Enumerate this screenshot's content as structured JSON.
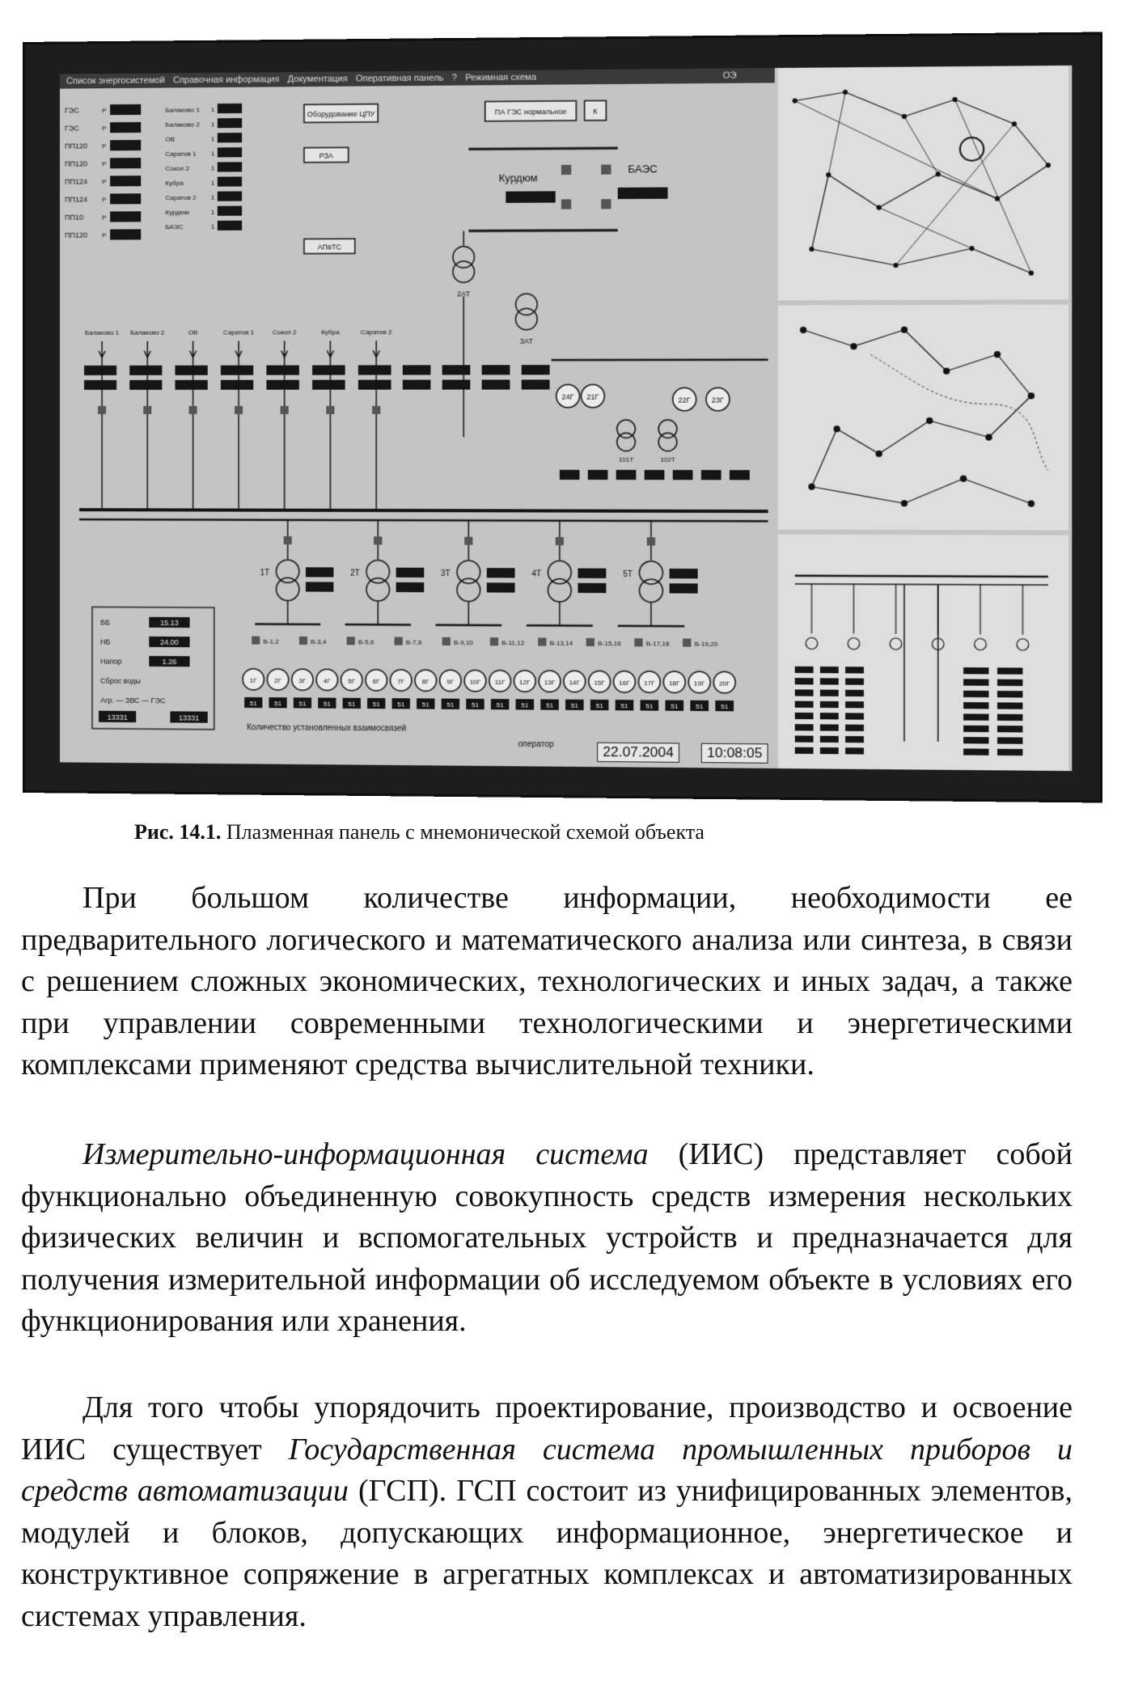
{
  "screen": {
    "menu": [
      "Список энергосистемой",
      "Справочная информация",
      "Документация",
      "Оперативная панель",
      "?",
      "Режимная схема"
    ],
    "menu_right": "ОЭ",
    "buttons": {
      "equipment": "Оборудование ЦПУ",
      "rza": "РЗА",
      "aptc": "АПвТС",
      "mode": "ПА ГЭС нормальное",
      "k": "К"
    },
    "left_lines": [
      "ГЭС",
      "ГЭС",
      "ПП120",
      "ПП120",
      "ПП124",
      "ПП124",
      "ПП10",
      "ПП120"
    ],
    "mid_lines": [
      "Балаково 1",
      "Балаково 2",
      "ОВ",
      "Саратов 1",
      "Сокол 2",
      "Кубра",
      "Саратов 2",
      "Курдюм",
      "БАЭС"
    ],
    "feeders": [
      "Балаково 1",
      "Балаково 2",
      "ОВ",
      "Саратов 1",
      "Сокол 2",
      "Кубра",
      "Саратов 2"
    ],
    "substations": [
      "Курдюм",
      "БАЭС"
    ],
    "transformers": [
      "1Т",
      "2Т",
      "3Т",
      "4Т",
      "5Т"
    ],
    "top_transformers": [
      "2АТ",
      "3АТ"
    ],
    "generators": [
      "1Г",
      "2Г",
      "3Г",
      "4Г",
      "5Г",
      "6Г",
      "7Г",
      "8Г",
      "9Г",
      "10Г",
      "11Г",
      "12Г",
      "13Г",
      "14Г",
      "15Г",
      "16Г",
      "17Г",
      "18Г",
      "19Г",
      "20Г"
    ],
    "aux_generators": [
      "24Г",
      "21Г",
      "22Г",
      "23Г"
    ],
    "aux_transformers": [
      "101Т",
      "102Т"
    ],
    "breakers": [
      "В-1,2",
      "В-3,4",
      "В-5,6",
      "В-7,8",
      "В-9,10",
      "В-11,12",
      "В-13,14",
      "В-15,16",
      "В-17,18",
      "В-19,20"
    ],
    "gen_state": "51",
    "footer_label": "Количество установленных взаимосвязей",
    "info_labels": [
      "ВБ",
      "НБ",
      "Напор",
      "Сброс воды",
      "Агр. — ЗВС — ГЭС"
    ],
    "info_values": [
      "15.13",
      "24.00",
      "1.26"
    ],
    "flow_left": "13331",
    "flow_right": "13331",
    "operator": "оператор",
    "date": "22.07.2004",
    "time": "10:08:05"
  },
  "caption": {
    "number": "Рис. 14.1.",
    "text": " Плазменная панель с мнемонической схемой объекта"
  },
  "body": {
    "p1": "При большом количестве информации, необходимости ее предварительного логического и математического анализа или синтеза, в связи с решением сложных экономических, технологических и иных задач, а также при управлении современными технологическими и энергетическими комплексами применяют средства вычислительной техники.",
    "p2_term": "Измерительно-информационная система",
    "p2_rest": " (ИИС) представляет собой функционально объединенную совокупность средств измерения нескольких физических величин и вспомогательных устройств и предназначается для получения измерительной информации об исследуемом объекте в условиях его функционирования или хранения.",
    "p3_start": "Для того чтобы упорядочить проектирование, производство и освоение ИИС существует ",
    "p3_term": "Государственная система промышленных приборов и средств автоматизации",
    "p3_end": " (ГСП). ГСП состоит из унифицированных элементов, модулей и блоков, допускающих информационное, энергетическое и конструктивное сопряжение в агрегатных комплексах и автоматизированных системах управления."
  }
}
